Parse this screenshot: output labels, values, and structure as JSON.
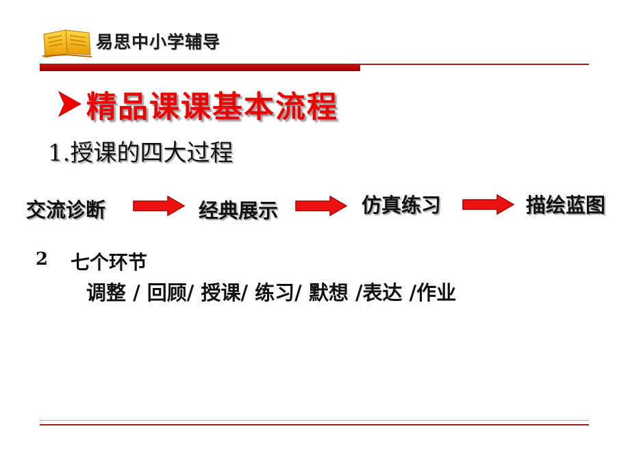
{
  "header": {
    "brand": "易思中小学辅导",
    "logo_icon": "open-book-icon",
    "accent_color": "#cc0000"
  },
  "title": {
    "bullet_icon": "chevron-right-icon",
    "text": "精品课课基本流程"
  },
  "section1": {
    "heading": "1.授课的四大过程",
    "steps": [
      "交流诊断",
      "经典展示",
      "仿真练习",
      "描绘蓝图"
    ],
    "arrow_icon": "right-arrow-icon"
  },
  "section2": {
    "number": "2",
    "title": "七个环节",
    "items": "调整 / 回顾/ 授课/ 练习/ 默想 /表达 /作业"
  }
}
